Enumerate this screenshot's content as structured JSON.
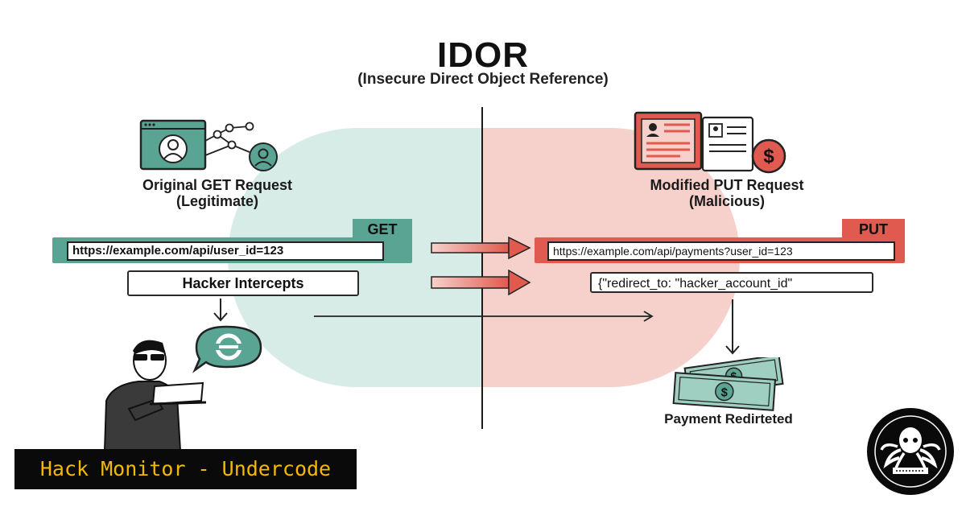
{
  "title": "IDOR",
  "subtitle": "(Insecure Direct Object Reference)",
  "left_side": {
    "caption_line1": "Original GET Request",
    "caption_line2": "(Legitimate)",
    "method_tag": "GET",
    "url": "https://example.com/api/user_id=123",
    "action_label": "Hacker Intercepts"
  },
  "right_side": {
    "caption_line1": "Modified PUT Request",
    "caption_line2": "(Malicious)",
    "method_tag": "PUT",
    "url": "https://example.com/api/payments?user_id=123",
    "payload": "{\"redirect_to: \"hacker_account_id\"",
    "result_label": "Payment Redirteted"
  },
  "banner": {
    "text": "Hack Monitor - Undercode"
  },
  "colors": {
    "teal": "#5aa493",
    "teal_bg": "#d8ece7",
    "red": "#e05a4f",
    "red_bg": "#f6d1cb",
    "banner_text": "#f5b800"
  },
  "icons": [
    "browser-profile-icon",
    "user-network-icon",
    "hacker-icon",
    "chat-bubble-icon",
    "document-icon",
    "dollar-coin-icon",
    "money-stack-icon",
    "octopus-logo"
  ]
}
